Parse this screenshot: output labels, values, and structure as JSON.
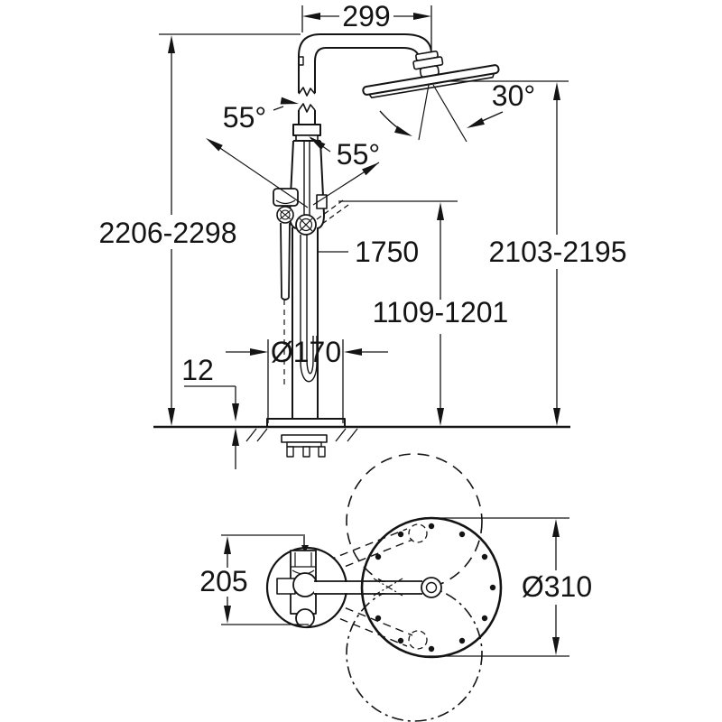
{
  "drawing": {
    "type": "technical-dimension-drawing",
    "line_color": "#141414",
    "background_color": "#ffffff",
    "side_view": {
      "dim_arm_reach": "299",
      "dim_total_height": "2206-2298",
      "dim_head_height": "2103-2195",
      "dim_hose_length": "1750",
      "dim_outlet_height": "1109-1201",
      "dim_base_diameter": "Ø170",
      "dim_base_thickness": "12",
      "dim_holder_swivel_left": "55°",
      "dim_holder_swivel_right": "55°",
      "dim_head_tilt": "30°"
    },
    "top_view": {
      "dim_body_depth": "205",
      "dim_head_diameter": "Ø310"
    }
  }
}
